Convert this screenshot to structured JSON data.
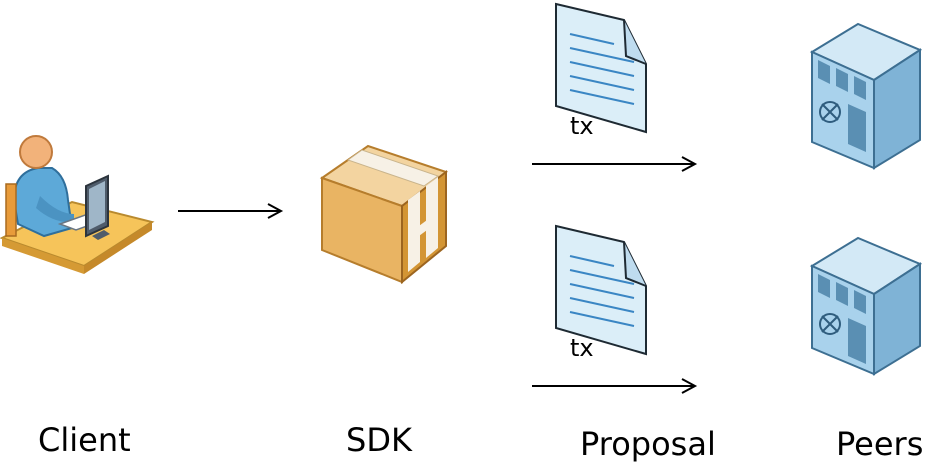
{
  "labels": {
    "client": "Client",
    "sdk": "SDK",
    "proposal": "Proposal",
    "peers": "Peers"
  },
  "docs": [
    {
      "label": "tx"
    },
    {
      "label": "tx"
    }
  ],
  "icons": {
    "client": "client-workstation-icon",
    "sdk": "package-box-icon",
    "doc": "document-icon",
    "peer": "building-icon"
  },
  "colors": {
    "person_skin": "#f2b27a",
    "person_shirt": "#5da9d8",
    "desk": "#f6c45a",
    "monitor": "#4f5c6b",
    "box_top": "#f3d4a0",
    "box_front": "#e6a94b",
    "box_side": "#c98a2c",
    "tape": "#f7f1e6",
    "doc_fill": "#dbeef8",
    "doc_line": "#3a86c4",
    "building_fill": "#a9d2ec",
    "building_dark": "#5a8fb3",
    "arrow": "#000000"
  }
}
